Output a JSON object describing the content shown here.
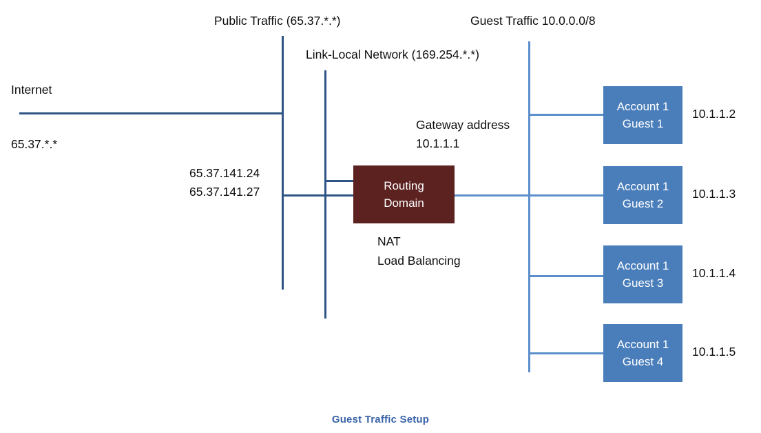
{
  "diagram": {
    "caption": "Guest Traffic Setup",
    "caption_color": "#3a64a8",
    "background": "#ffffff",
    "link_color_public": "#2e5486",
    "link_color_guest": "#5b8fcb"
  },
  "labels": {
    "public_traffic": "Public Traffic (65.37.*.*)",
    "link_local": "Link-Local Network (169.254.*.*)",
    "guest_traffic": "Guest Traffic 10.0.0.0/8",
    "internet": "Internet",
    "internet_range": "65.37.*.*",
    "public_ip_1": "65.37.141.24",
    "public_ip_2": "65.37.141.27",
    "gateway_title": "Gateway address",
    "gateway_ip": "10.1.1.1",
    "nat": "NAT",
    "load_balancing": "Load Balancing"
  },
  "router": {
    "line1": "Routing",
    "line2": "Domain",
    "color": "#5b2220"
  },
  "guests": [
    {
      "account": "Account 1",
      "guest": "Guest 1",
      "ip": "10.1.1.2",
      "color": "#4a7ebb"
    },
    {
      "account": "Account 1",
      "guest": "Guest 2",
      "ip": "10.1.1.3",
      "color": "#4a7ebb"
    },
    {
      "account": "Account 1",
      "guest": "Guest 3",
      "ip": "10.1.1.4",
      "color": "#4a7ebb"
    },
    {
      "account": "Account 1",
      "guest": "Guest 4",
      "ip": "10.1.1.5",
      "color": "#4a7ebb"
    }
  ]
}
